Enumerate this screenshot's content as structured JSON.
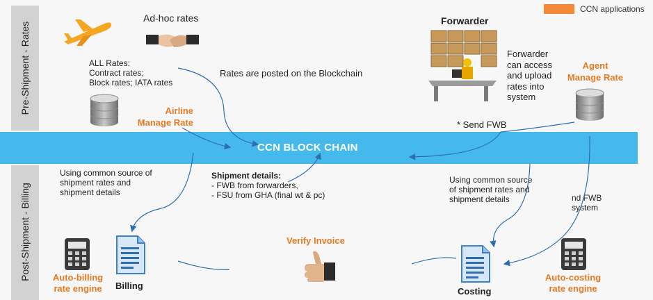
{
  "legend": {
    "label": "CCN applications",
    "color": "#f5893a"
  },
  "sections": {
    "pre_shipment": "Pre-Shipment - Rates",
    "post_shipment": "Post-Shipment - Billing"
  },
  "blockchain": {
    "label": "CCN BLOCK CHAIN",
    "color": "#45b8ec"
  },
  "top": {
    "adhoc_rates": "Ad-hoc rates",
    "rates_posted": "Rates are posted on the Blockchain",
    "all_rates": [
      "ALL Rates:",
      "Contract rates;",
      "Block rates; IATA rates"
    ],
    "airline_manage_rate": [
      "Airline",
      "Manage Rate"
    ],
    "forwarder_title": "Forwarder",
    "forwarder_desc": [
      "Forwarder",
      "can access",
      "and upload",
      "rates into",
      "system"
    ],
    "agent_manage_rate": [
      "Agent",
      "Manage Rate"
    ],
    "send_fwb": "* Send FWB"
  },
  "bottom": {
    "common_source_left": [
      "Using common source of",
      "shipment rates and",
      "shipment details"
    ],
    "shipment_details_title": "Shipment details:",
    "shipment_details_items": [
      "-   FWB from forwarders,",
      "-   FSU from GHA (final wt & pc)"
    ],
    "common_source_right": [
      "Using common source",
      "of shipment rates and",
      "shipment details"
    ],
    "fwb_system": [
      "nd FWB",
      "system"
    ],
    "verify_invoice": "Verify Invoice",
    "auto_billing": [
      "Auto-billing",
      "rate engine"
    ],
    "billing": "Billing",
    "costing": "Costing",
    "auto_costing": [
      "Auto-costing",
      "rate engine"
    ]
  },
  "colors": {
    "accent": "#e87a22",
    "arrow": "#2f6fb0"
  }
}
